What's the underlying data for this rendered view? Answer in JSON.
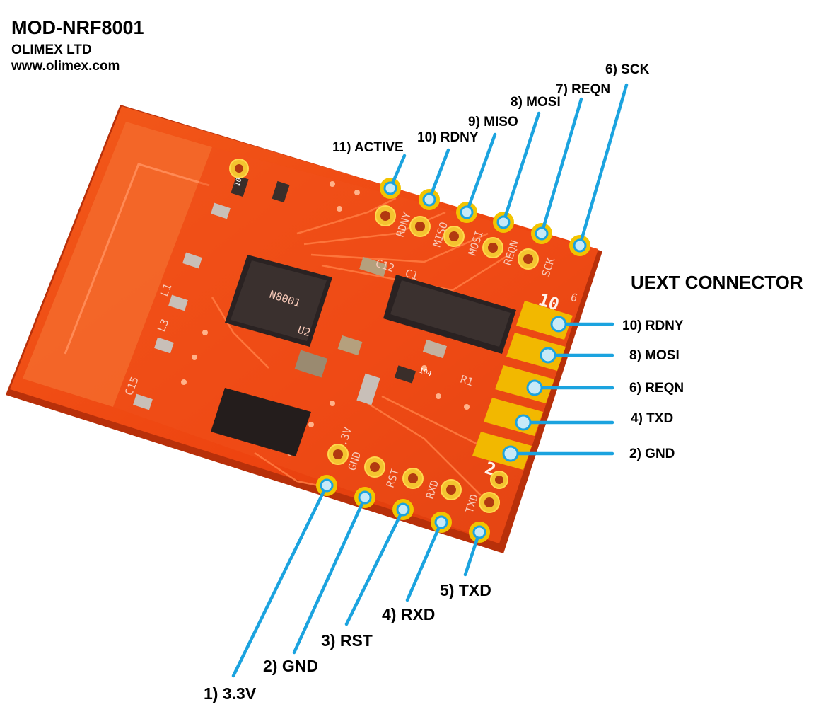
{
  "header": {
    "title": "MOD-NRF8001",
    "company": "OLIMEX LTD",
    "website": "www.olimex.com"
  },
  "uext": {
    "title": "UEXT CONNECTOR",
    "pins": [
      {
        "label": "10) RDNY"
      },
      {
        "label": "8) MOSI"
      },
      {
        "label": "6) REQN"
      },
      {
        "label": "4) TXD"
      },
      {
        "label": "2) GND"
      }
    ]
  },
  "top_header": {
    "pins": [
      {
        "label": "11) ACTIVE"
      },
      {
        "label": "10) RDNY"
      },
      {
        "label": "9) MISO"
      },
      {
        "label": "8) MOSI"
      },
      {
        "label": "7) REQN"
      },
      {
        "label": "6) SCK"
      }
    ]
  },
  "bottom_header": {
    "pins": [
      {
        "label": "1) 3.3V"
      },
      {
        "label": "2) GND"
      },
      {
        "label": "3) RST"
      },
      {
        "label": "4) RXD"
      },
      {
        "label": "5) TXD"
      }
    ]
  },
  "pcb_silkscreen": [
    "L1",
    "L3",
    "C15",
    "C12",
    "C1",
    "R1",
    "U2",
    "10",
    "6",
    "2",
    "SCK",
    "REQN",
    "MOSI",
    "MISO",
    "RDNY",
    "3.3V",
    "GND",
    "RST",
    "RXD",
    "TXD",
    "101",
    "104"
  ],
  "colors": {
    "board": "#f04a10",
    "board_dark": "#c9380b",
    "leader": "#1ba3df",
    "pad_gold": "#f2b800",
    "chip": "#2a2222"
  }
}
